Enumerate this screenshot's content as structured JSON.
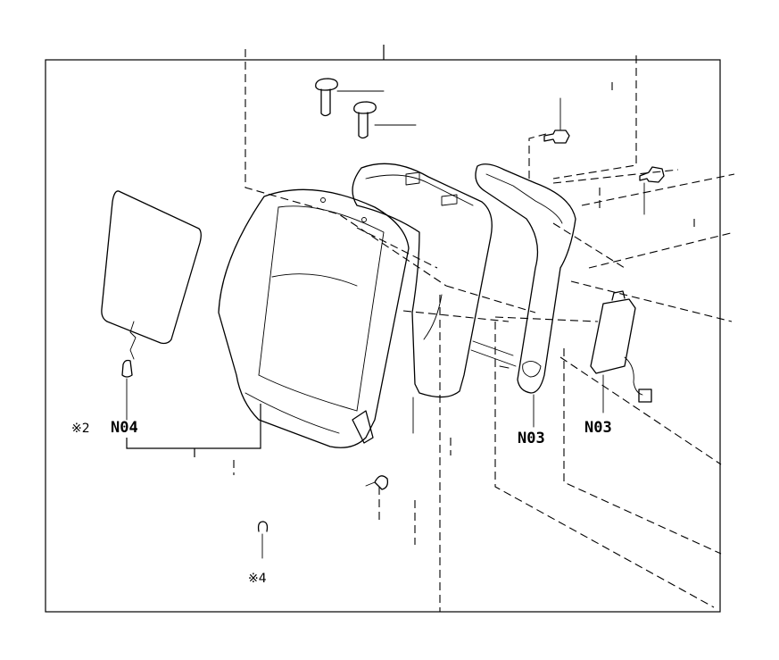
{
  "callouts": {
    "headrest_support": "N04",
    "headrest_support_note": "※2",
    "frame_part": "N03",
    "airbag_part": "N03",
    "pin_note": "※4"
  }
}
